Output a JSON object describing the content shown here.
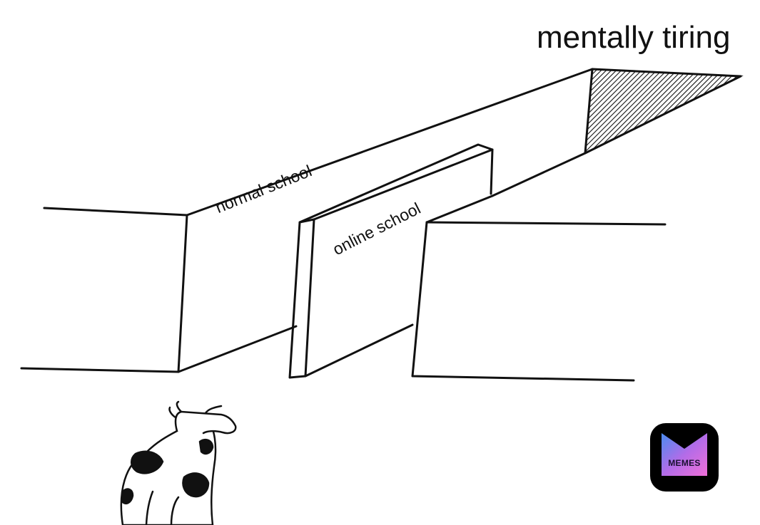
{
  "captions": {
    "top": "mentally tiring",
    "wall_left": "normal school",
    "wall_middle": "online school"
  },
  "logo": {
    "text": "MEMES",
    "icon": "memes-app-icon",
    "gradient": [
      "#4a8cf0",
      "#b26ce8",
      "#f06fd8"
    ]
  },
  "colors": {
    "ink": "#111111",
    "background": "#ffffff"
  }
}
